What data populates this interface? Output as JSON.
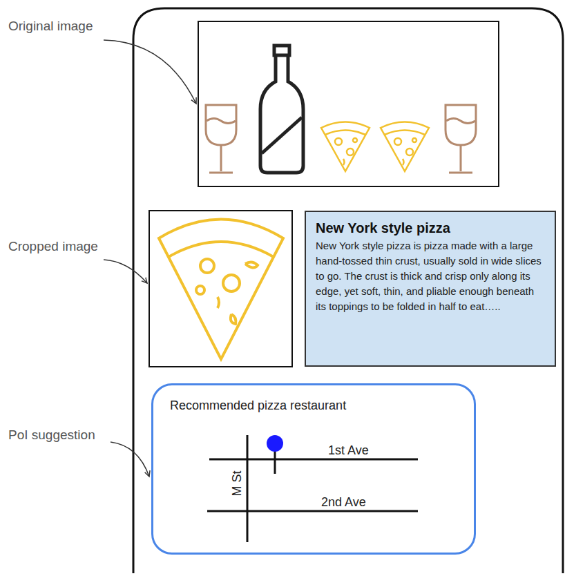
{
  "diagram": {
    "nodes": [
      {
        "text": [
          "New York style pizza",
          "New York style pizza is pizza made with a large hand-tossed thin crust, usually sold in wide slices to go. The crust is thick and crisp only along its edge, yet soft, thin, and pliable enough beneath its toppings to be folded in half to eat….."
        ]
      },
      {
        "text": [
          "Recommended pizza restaurant"
        ]
      }
    ],
    "labels": [
      "Original image",
      "Cropped image",
      "PoI suggestion",
      "1st Ave",
      "2nd Ave",
      "M St"
    ]
  }
}
